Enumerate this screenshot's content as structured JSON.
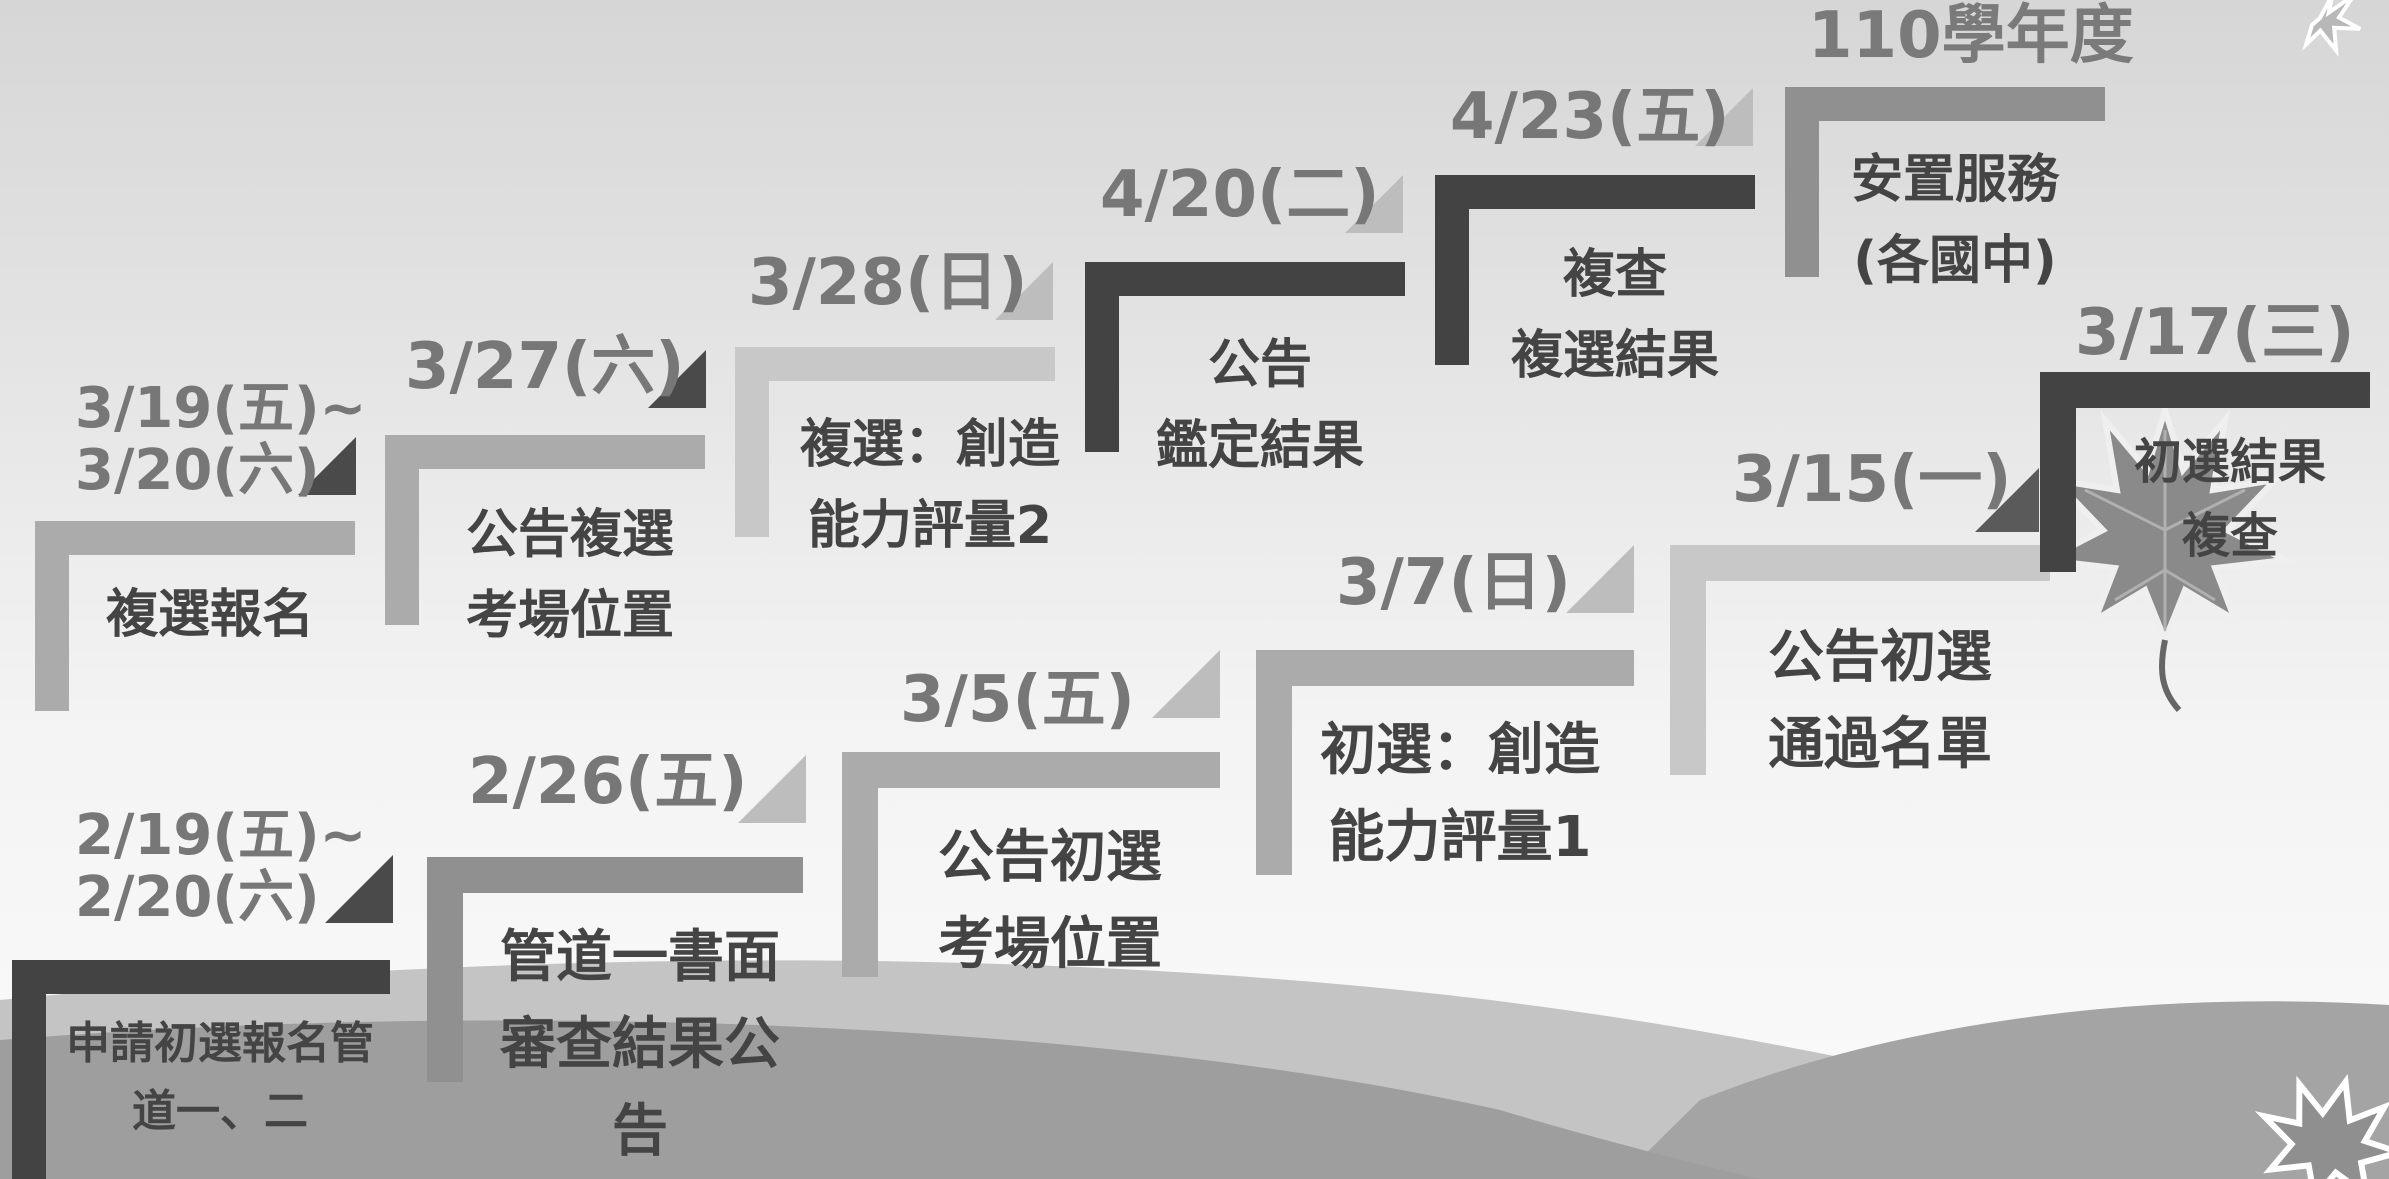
{
  "title": "110學年度",
  "steps": [
    {
      "date": [
        "2/19(五)~",
        "2/20(六)"
      ],
      "label": [
        "申請初選報名管",
        "道一、二"
      ],
      "tone": "dark"
    },
    {
      "date": [
        "2/26(五)"
      ],
      "label": [
        "管道一書面",
        "審查結果公",
        "告"
      ],
      "tone": "mid"
    },
    {
      "date": [
        "3/5(五)"
      ],
      "label": [
        "公告初選",
        "考場位置"
      ],
      "tone": "light"
    },
    {
      "date": [
        "3/7(日)"
      ],
      "label": [
        "初選：創造",
        "能力評量1"
      ],
      "tone": "light"
    },
    {
      "date": [
        "3/15(一)"
      ],
      "label": [
        "公告初選",
        "通過名單"
      ],
      "tone": "lighter"
    },
    {
      "date": [
        "3/17(三)"
      ],
      "label": [
        "初選結果",
        "複查"
      ],
      "tone": "dark"
    },
    {
      "date": [
        "3/19(五)~",
        "3/20(六)"
      ],
      "label": [
        "複選報名"
      ],
      "tone": "light"
    },
    {
      "date": [
        "3/27(六)"
      ],
      "label": [
        "公告複選",
        "考場位置"
      ],
      "tone": "light"
    },
    {
      "date": [
        "3/28(日)"
      ],
      "label": [
        "複選：創造",
        "能力評量2"
      ],
      "tone": "lighter"
    },
    {
      "date": [
        "4/20(二)"
      ],
      "label": [
        "公告",
        "鑑定結果"
      ],
      "tone": "dark"
    },
    {
      "date": [
        "4/23(五)"
      ],
      "label": [
        "複查",
        "複選結果"
      ],
      "tone": "dark"
    },
    {
      "date": [],
      "label": [
        "安置服務",
        "(各國中)"
      ],
      "tone": "mid"
    }
  ],
  "colors": {
    "dark": "#434343",
    "mid": "#909090",
    "light": "#ababab",
    "lighter": "#c8c8c8",
    "date_text": "#777777",
    "label_text": "#444444",
    "hill_back": "#c4c4c4",
    "hill_front": "#9e9e9e"
  },
  "icons": [
    "maple-leaf-icon-top-right",
    "maple-leaf-icon-center",
    "maple-leaf-icon-bottom-right"
  ]
}
